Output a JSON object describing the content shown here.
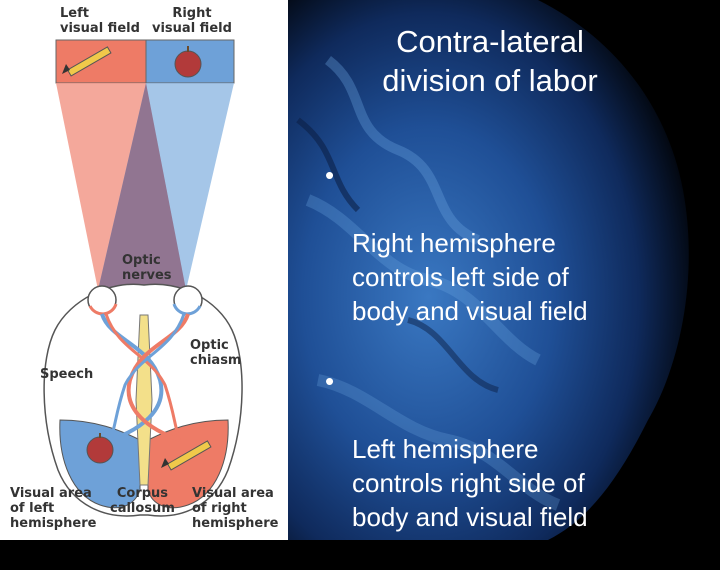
{
  "slide": {
    "title": "Contra-lateral\ndivision of labor",
    "bullets": [
      {
        "symbol": "•",
        "text": "Right hemisphere\ncontrols left side of\nbody and visual field"
      },
      {
        "symbol": "•",
        "text": "Left hemisphere\ncontrols right side of\nbody and visual field"
      }
    ]
  },
  "diagram": {
    "labels": {
      "left_visual_field": "Left\nvisual field",
      "right_visual_field": "Right\nvisual field",
      "optic_nerves": "Optic\nnerves",
      "optic_chiasm": "Optic\nchiasm",
      "speech": "Speech",
      "visual_area_left": "Visual area\nof left\nhemisphere",
      "corpus_callosum": "Corpus\ncallosum",
      "visual_area_right": "Visual area\nof right\nhemisphere"
    },
    "objects": {
      "left_field_object": "pencil-icon",
      "right_field_object": "apple-icon"
    }
  },
  "colors": {
    "left_field": "#ee7b66",
    "right_field": "#6ea1d8",
    "overlap": "#8f6e8a",
    "background": "#000000",
    "text": "#ffffff"
  }
}
